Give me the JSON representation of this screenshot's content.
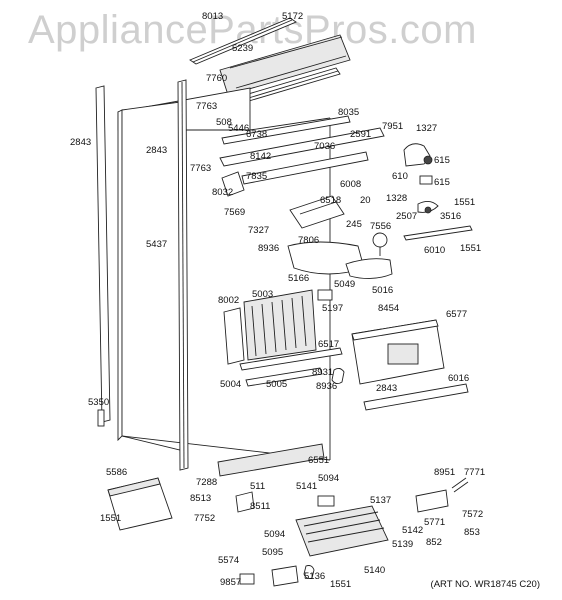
{
  "watermark": "AppliancePartsPros.com",
  "art_number": "(ART NO. WR18745 C20)",
  "parts": {
    "p8013": "8013",
    "p5172": "5172",
    "p5239": "5239",
    "p7760": "7760",
    "p7763a": "7763",
    "p508": "508",
    "p5446": "5446",
    "p6738": "6738",
    "p8035": "8035",
    "p7951": "7951",
    "p1327": "1327",
    "p2591": "2591",
    "p2843a": "2843",
    "p2843b": "2843",
    "p8142": "8142",
    "p7036": "7036",
    "p615a": "615",
    "p610": "610",
    "p615b": "615",
    "p7763b": "7763",
    "p7835": "7835",
    "p6008": "6008",
    "p8032": "8032",
    "p1328": "1328",
    "p1551a": "1551",
    "p7569": "7569",
    "p6518": "6518",
    "p20": "20",
    "p2507": "2507",
    "p3516": "3516",
    "p7327": "7327",
    "p245": "245",
    "p7556": "7556",
    "p6010": "6010",
    "p5437": "5437",
    "p8936a": "8936",
    "p7806": "7806",
    "p1551b": "1551",
    "p5166": "5166",
    "p5049": "5049",
    "p5016": "5016",
    "p8002": "8002",
    "p5003": "5003",
    "p5197": "5197",
    "p8454": "8454",
    "p6577": "6577",
    "p6517": "6517",
    "p8931": "8931",
    "p5004": "5004",
    "p5005": "5005",
    "p8936b": "8936",
    "p6016": "6016",
    "p2843c": "2843",
    "p5350": "5350",
    "p6551": "6551",
    "p5586": "5586",
    "p7288": "7288",
    "p511": "511",
    "p5141": "5141",
    "p5094a": "5094",
    "p8951": "8951",
    "p7771": "7771",
    "p8513": "8513",
    "p8511": "8511",
    "p5137": "5137",
    "p7572": "7572",
    "p1551c": "1551",
    "p7752": "7752",
    "p5094b": "5094",
    "p5142": "5142",
    "p5771": "5771",
    "p853": "853",
    "p5139": "5139",
    "p852": "852",
    "p5574": "5574",
    "p5095": "5095",
    "p9857": "9857",
    "p5136": "5136",
    "p1551d": "1551",
    "p5140": "5140"
  }
}
